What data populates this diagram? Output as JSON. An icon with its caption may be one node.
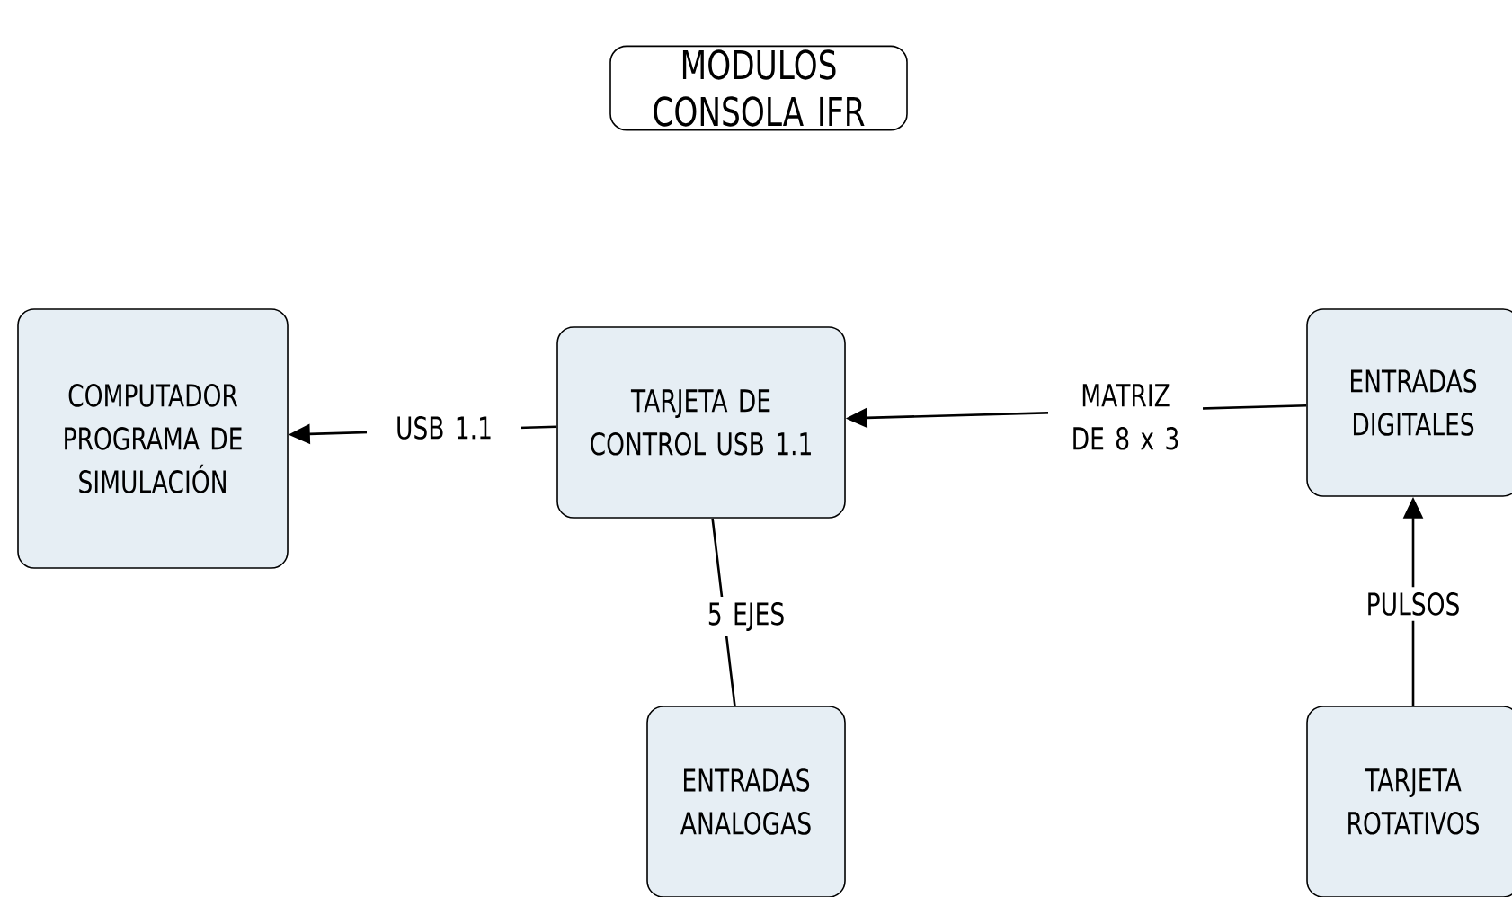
{
  "diagram": {
    "nodes": [
      {
        "text": [
          "MODULOS CONSOLA IFR"
        ]
      },
      {
        "text": [
          "COMPUTADOR PROGRAMA DE SIMULACIÓN"
        ]
      },
      {
        "text": [
          "TARJETA DE CONTROL USB 1.1"
        ]
      },
      {
        "text": [
          "ENTRADAS DIGITALES"
        ]
      },
      {
        "text": [
          "ENTRADAS ANALOGAS"
        ]
      },
      {
        "text": [
          "TARJETA ROTATIVOS"
        ]
      }
    ],
    "edges": [
      {
        "from": 2,
        "to": 1,
        "arrow": "to",
        "label": "USB 1.1"
      },
      {
        "from": 3,
        "to": 2,
        "arrow": "to",
        "label": "MATRIZ DE 8 x 3"
      },
      {
        "from": 2,
        "to": 4,
        "arrow": "none",
        "label": "5 EJES"
      },
      {
        "from": 5,
        "to": 3,
        "arrow": "to",
        "label": "PULSOS"
      }
    ]
  }
}
